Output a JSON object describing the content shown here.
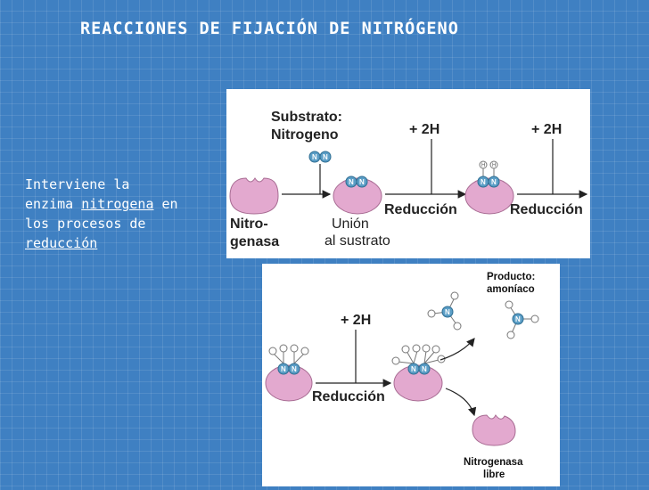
{
  "title": "REACCIONES DE FIJACIÓN DE NITRÓGENO",
  "intro": {
    "line1": "Interviene la",
    "line2_pre": "enzima ",
    "line2_link": "nitrogena",
    "line2_post": " en",
    "line3": "los procesos de",
    "line4_link": "reducción"
  },
  "top_panel": {
    "substrate_line1": "Substrato:",
    "substrate_line2": "Nitrogeno",
    "enzyme_line1": "Nitro-",
    "enzyme_line2": "genasa",
    "binding_line1": "Unión",
    "binding_line2": "al sustrato",
    "plus_h_1": "+ 2H",
    "plus_h_2": "+ 2H",
    "reduction_1": "Reducción",
    "reduction_2": "Reducción"
  },
  "bottom_panel": {
    "plus_h": "+ 2H",
    "reduction": "Reducción",
    "product_line1": "Producto:",
    "product_line2": "amoníaco",
    "free_line1": "Nitrogenasa",
    "free_line2": "libre"
  },
  "atoms": {
    "nitrogen": "N",
    "hydrogen": "H"
  },
  "colors": {
    "background": "#3f80c2",
    "enzyme": "#e3a9cf",
    "nitrogen_atom": "#5b9ec6",
    "hydrogen_atom": "#ffffff",
    "text": "#ffffff"
  }
}
